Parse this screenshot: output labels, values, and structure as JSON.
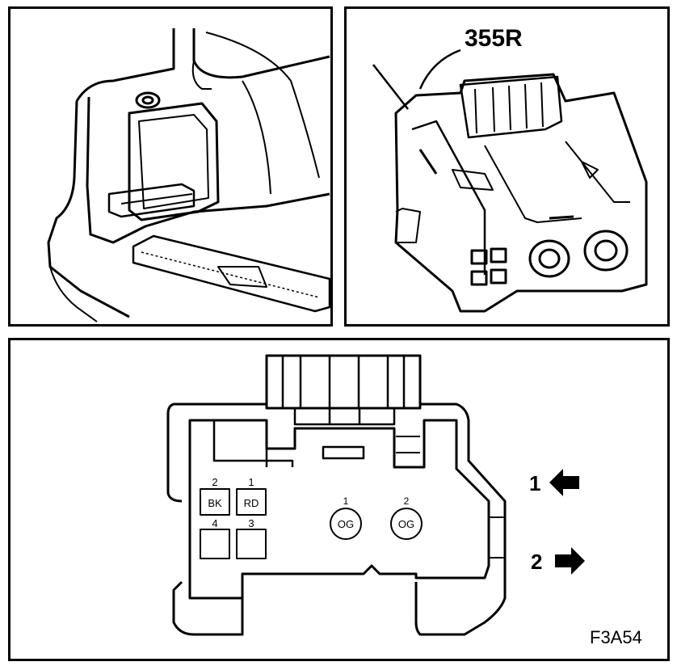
{
  "top_right": {
    "connector_code": "355R"
  },
  "connector_face": {
    "pins": [
      {
        "number": "2",
        "color": "BK"
      },
      {
        "number": "1",
        "color": "RD"
      },
      {
        "number": "4",
        "color": ""
      },
      {
        "number": "3",
        "color": ""
      }
    ],
    "round_pins": [
      {
        "number": "1",
        "color": "OG"
      },
      {
        "number": "2",
        "color": "OG"
      }
    ]
  },
  "arrows": [
    {
      "number": "1",
      "direction": "left"
    },
    {
      "number": "2",
      "direction": "right"
    }
  ],
  "figure_code": "F3A54",
  "colors": {
    "line": "#000000",
    "background": "#ffffff"
  }
}
